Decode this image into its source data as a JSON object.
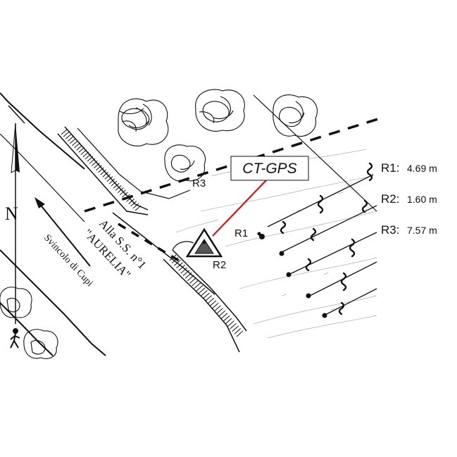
{
  "map": {
    "north_label": "N",
    "road_line1": "Alla S.S. n°1",
    "road_line2": "\"AURELIA\"",
    "road_line3": "Svincolo di Cupi",
    "station_label": "CT-GPS",
    "marker_labels": {
      "r1": "R1",
      "r2": "R2",
      "r3": "R3"
    },
    "distances": [
      {
        "label": "R1:",
        "value": "4.69 m"
      },
      {
        "label": "R2:",
        "value": "1.60 m"
      },
      {
        "label": "R3:",
        "value": "7.57 m"
      }
    ],
    "colors": {
      "ink": "#111111",
      "pointer": "#e01010",
      "background": "#ffffff"
    }
  }
}
